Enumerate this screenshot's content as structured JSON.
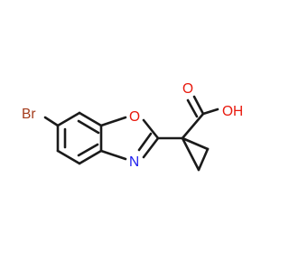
{
  "molecule": {
    "atoms": {
      "br": {
        "label": "Br",
        "color": "#a33a1a"
      },
      "o_ring": {
        "label": "O",
        "color": "#e8180c"
      },
      "n_ring": {
        "label": "N",
        "color": "#1a1aee"
      },
      "o_carbonyl": {
        "label": "O",
        "color": "#e8180c"
      },
      "oh": {
        "label": "OH",
        "color": "#e8180c"
      }
    },
    "bond_color": "#1a1a1a"
  }
}
